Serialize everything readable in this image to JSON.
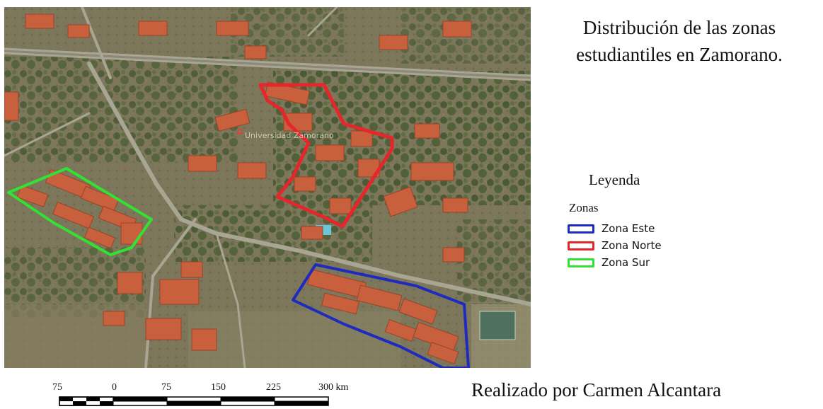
{
  "title_line1": "Distribución de las zonas",
  "title_line2": "estudiantiles en Zamorano.",
  "legend": {
    "title": "Leyenda",
    "subtitle": "Zonas",
    "items": [
      {
        "label": "Zona Este",
        "color": "#1f2bbf"
      },
      {
        "label": "Zona Norte",
        "color": "#e5262a"
      },
      {
        "label": "Zona Sur",
        "color": "#33e033"
      }
    ]
  },
  "map_label": "Universidad Zamorano",
  "scale": {
    "ticks": [
      "75",
      "0",
      "75",
      "150",
      "225",
      "300 km"
    ]
  },
  "credit": "Realizado por Carmen Alcantara",
  "colors": {
    "terrain": "#6e6a4c",
    "vegetation": "#3c5a2c",
    "roof": "#c8603e",
    "road": "#a9a593"
  }
}
